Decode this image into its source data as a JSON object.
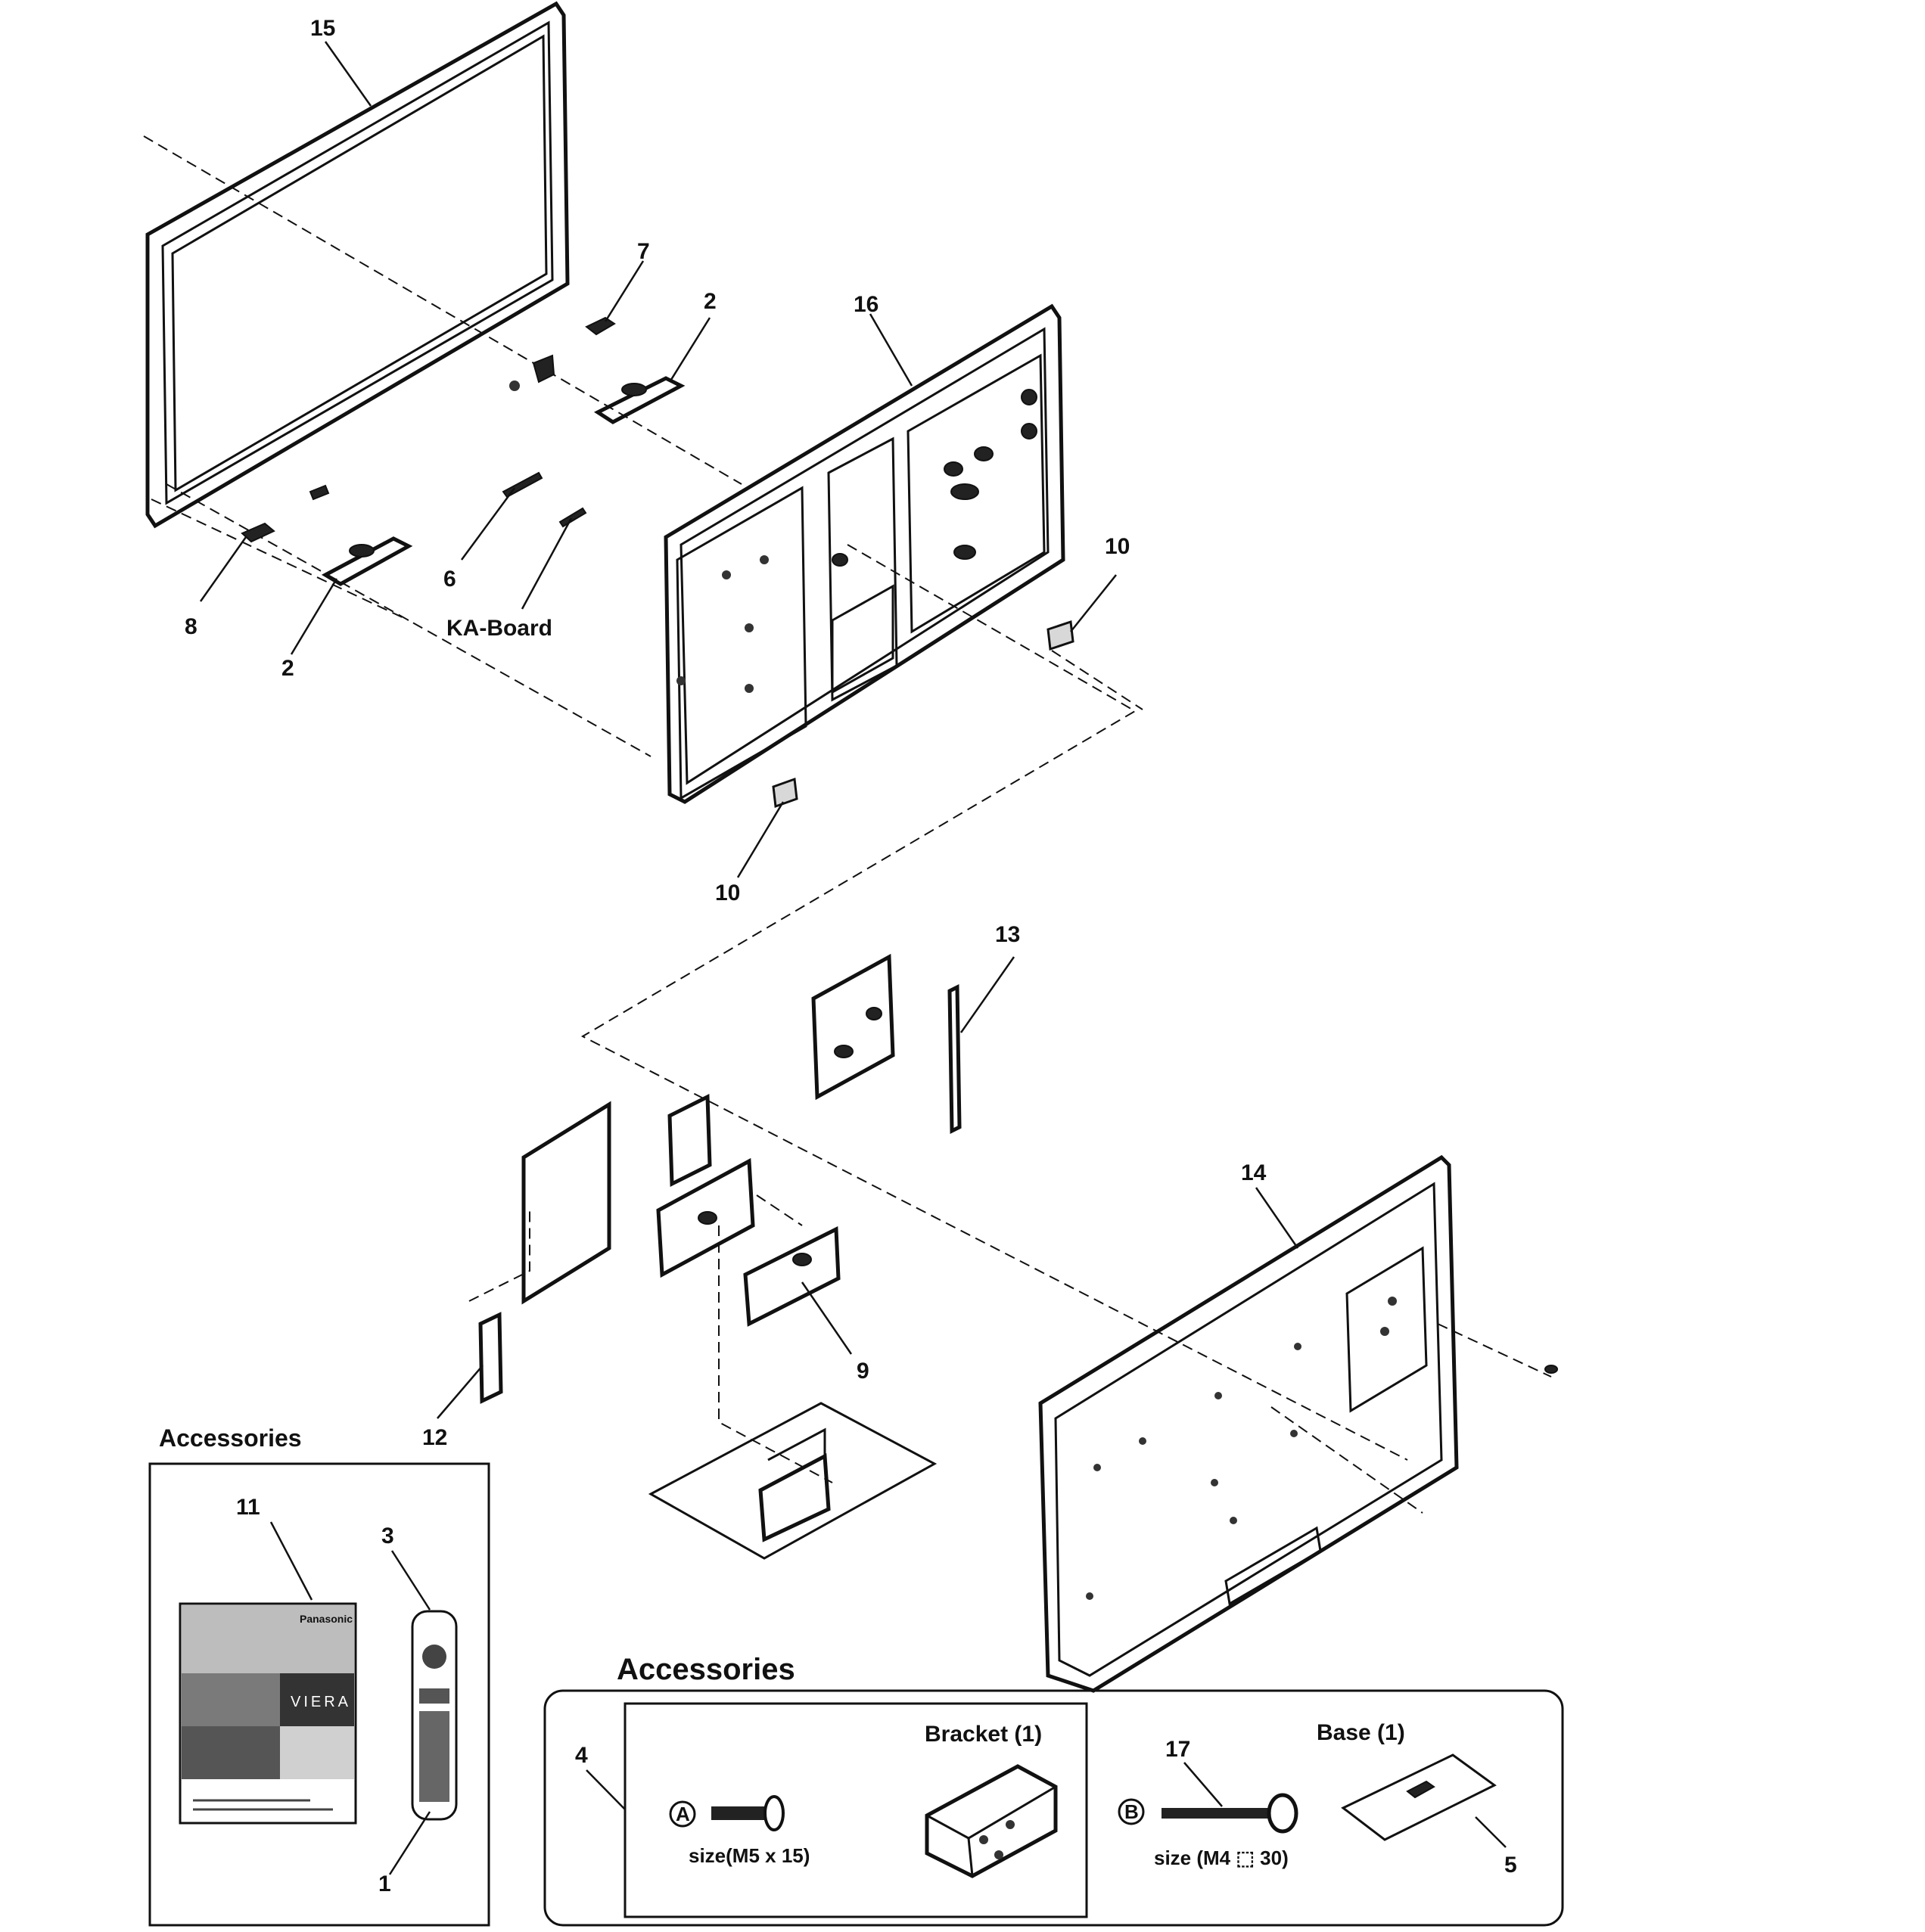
{
  "labels": {
    "p15": "15",
    "p7": "7",
    "p2_top": "2",
    "p16": "16",
    "p6": "6",
    "ka_board": "KA-Board",
    "p8": "8",
    "p2_bottom": "2",
    "p10_right": "10",
    "p10_bottom": "10",
    "p13": "13",
    "p14": "14",
    "p9": "9",
    "p12": "12",
    "p11": "11",
    "p3": "3",
    "p1": "1",
    "p4": "4",
    "p17": "17",
    "p5": "5"
  },
  "accessories_left": {
    "title": "Accessories"
  },
  "accessories_bottom": {
    "title": "Accessories",
    "bracket": "Bracket (1)",
    "base": "Base (1)",
    "marker_a": "A",
    "marker_b": "B",
    "screw_a_size": "size(M5 x 15)",
    "screw_b_size": "size (M4 ⬚ 30)"
  },
  "manual": {
    "brand": "Panasonic",
    "product": "VIERA"
  }
}
